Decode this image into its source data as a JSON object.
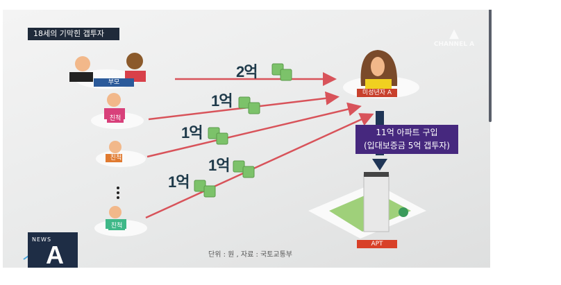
{
  "title": "18세의 기막힌 갭투자",
  "givers": [
    {
      "label": "부모",
      "amount": "2억",
      "color": "#2b5a9a"
    },
    {
      "label": "친척",
      "amount": "1억",
      "color": "#d8407a"
    },
    {
      "label": "친척",
      "amount": "1억",
      "color": "#3a3a3a"
    },
    {
      "label": "친척",
      "amount": "1억",
      "color": "#3fb888"
    }
  ],
  "extra_amount": "1억",
  "recipient": {
    "label": "미성년자 A",
    "color": "#c8402c"
  },
  "purchase": {
    "line1": "11억 아파트 구입",
    "line2": "(입대보증금 5억 갭투자)",
    "color": "#46287e"
  },
  "apartment_label": "APT",
  "source": "단위 : 원 , 자료 : 국토교통부",
  "logo": {
    "text": "NEWS",
    "letter": "A"
  },
  "watermark": "CHANNEL A",
  "colors": {
    "arrow": "#d8535a",
    "money": "#7cc26a",
    "navy": "#1f3556"
  }
}
